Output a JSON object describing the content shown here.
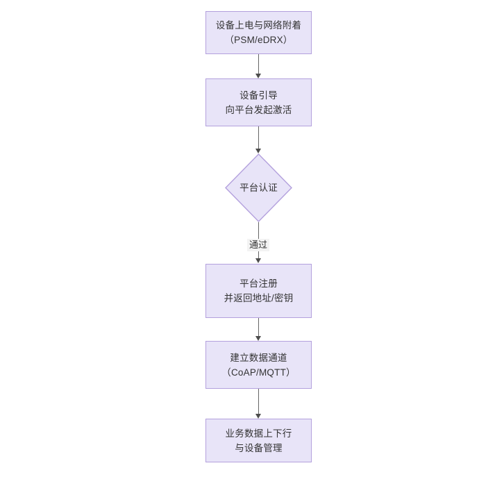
{
  "diagram": {
    "type": "flowchart",
    "orientation": "top-to-bottom",
    "background_color": "#ffffff",
    "node_fill_color": "#e8e4f8",
    "node_border_color": "#b3a0dd",
    "text_color": "#333333",
    "connector_color": "#666666",
    "nodes": [
      {
        "id": "n1",
        "shape": "rectangle",
        "lines": [
          "设备上电与网络附着",
          "（PSM/eDRX）"
        ]
      },
      {
        "id": "n2",
        "shape": "rectangle",
        "lines": [
          "设备引导",
          "向平台发起激活"
        ]
      },
      {
        "id": "n3",
        "shape": "diamond",
        "lines": [
          "平台认证"
        ]
      },
      {
        "id": "n4",
        "shape": "rectangle",
        "lines": [
          "平台注册",
          "并返回地址/密钥"
        ]
      },
      {
        "id": "n5",
        "shape": "rectangle",
        "lines": [
          "建立数据通道",
          "（CoAP/MQTT）"
        ]
      },
      {
        "id": "n6",
        "shape": "rectangle",
        "lines": [
          "业务数据上下行",
          "与设备管理"
        ]
      }
    ],
    "edges": [
      {
        "id": "e1",
        "from": "n1",
        "to": "n2",
        "label": ""
      },
      {
        "id": "e2",
        "from": "n2",
        "to": "n3",
        "label": ""
      },
      {
        "id": "e3",
        "from": "n3",
        "to": "n4",
        "label": "通过"
      },
      {
        "id": "e4",
        "from": "n4",
        "to": "n5",
        "label": ""
      },
      {
        "id": "e5",
        "from": "n5",
        "to": "n6",
        "label": ""
      }
    ]
  }
}
